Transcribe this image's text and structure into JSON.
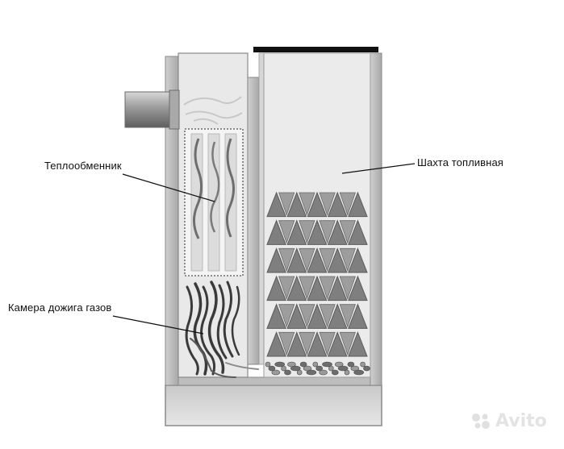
{
  "labels": {
    "heat_exchanger": "Теплообменник",
    "afterburner_chamber": "Камера дожига газов",
    "fuel_shaft": "Шахта топливная"
  },
  "watermark": {
    "text": "Avito"
  },
  "colors": {
    "wall": "#b6b6b6",
    "wall_dark": "#8a8a8a",
    "chamber_fill": "#ececec",
    "fuel_piece": "#7f7f7f",
    "fuel_gap": "#cfcfcf",
    "lid": "#111111",
    "pipe": "#8c8c8c",
    "flame": "#3a3a3a"
  }
}
